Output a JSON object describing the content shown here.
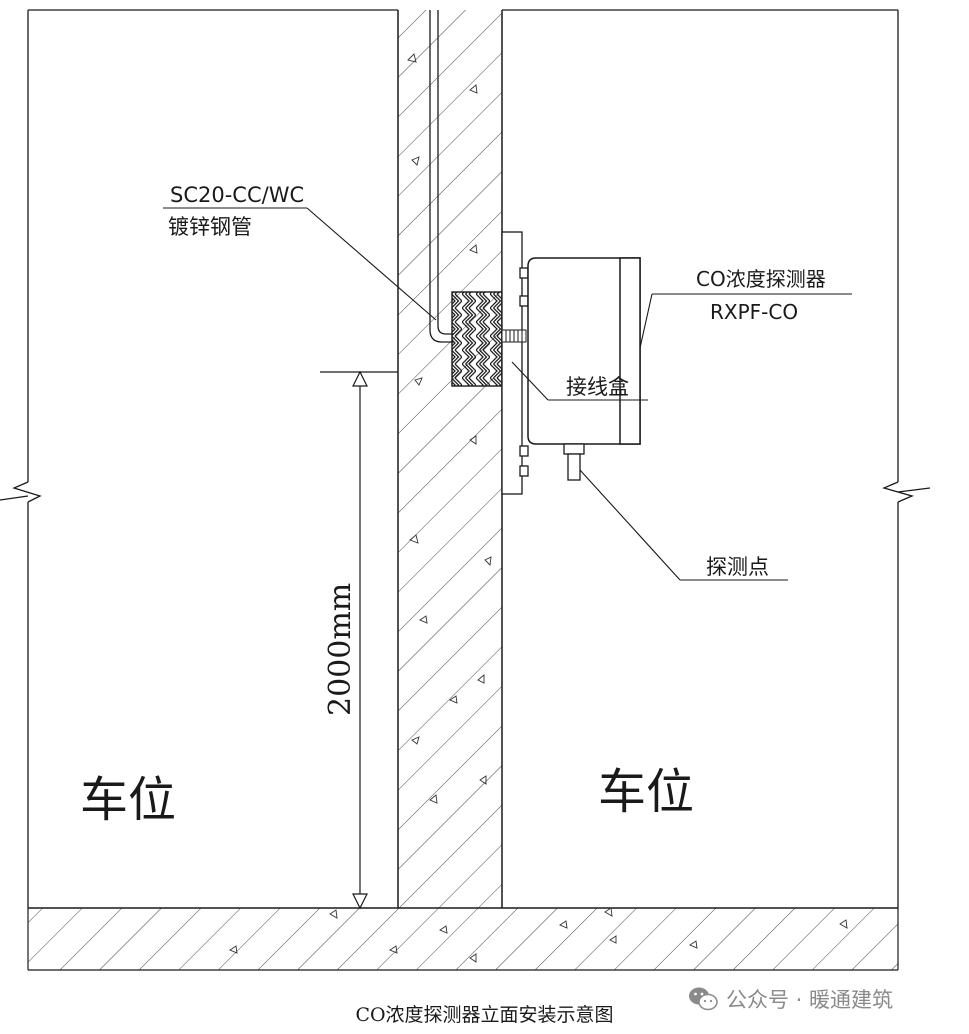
{
  "labels": {
    "pipe_spec": "SC20-CC/WC",
    "pipe_name": "镀锌钢管",
    "detector_name": "CO浓度探测器",
    "detector_model": "RXPF-CO",
    "junction_box": "接线盒",
    "probe_point": "探测点",
    "dimension": "2000mm",
    "parking_left": "车位",
    "parking_right": "车位"
  },
  "caption": "CO浓度探测器立面安装示意图",
  "watermark": {
    "text": "公众号 · 暖通建筑",
    "icon": "wechat-icon"
  },
  "colors": {
    "line": "#1a1a1a",
    "watermark": "#8a8a8a",
    "background": "#ffffff"
  }
}
